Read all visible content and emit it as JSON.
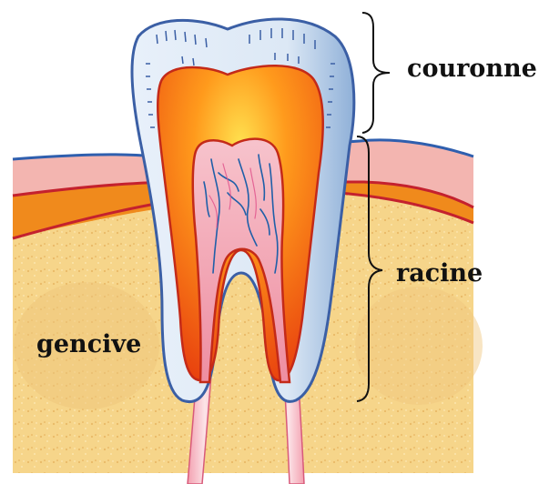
{
  "labels": {
    "crown": "couronne",
    "root": "racine",
    "gum": "gencive"
  },
  "colors": {
    "gum_base": "#f6d58a",
    "gum_pink": "#f3b5b0",
    "bone_band": "#f08a1c",
    "enamel": "#dce8f5",
    "enamel_shade": "#8fb0d8",
    "dentin": "#f25a14",
    "dentin_glow": "#ffd84a",
    "pulp": "#f3a9b8",
    "nerve": "#1f5fa8"
  },
  "icons": {
    "bracket": "curly-brace"
  }
}
